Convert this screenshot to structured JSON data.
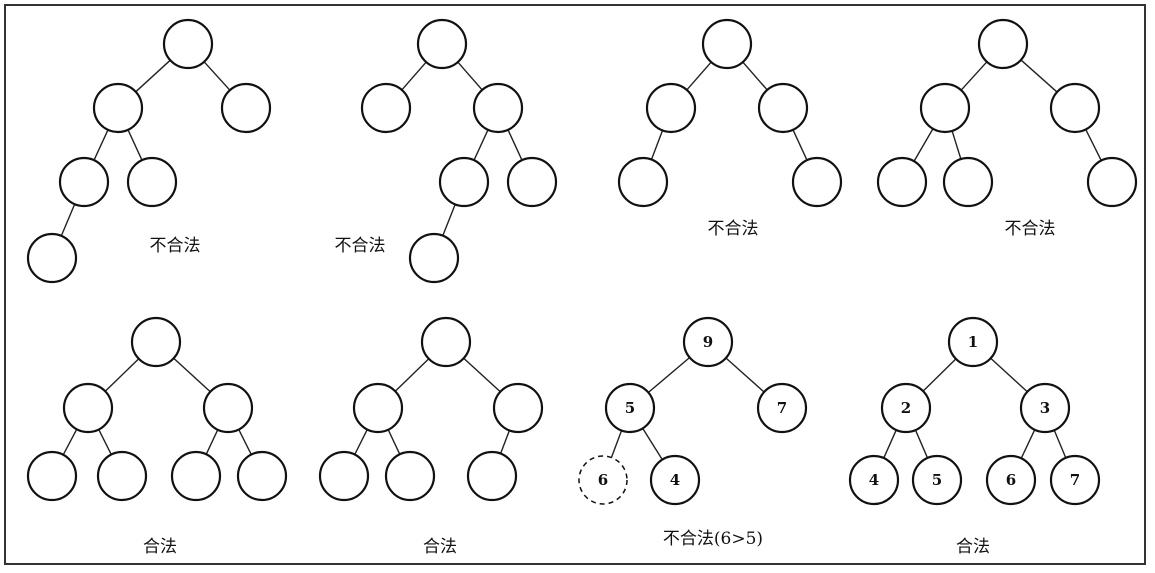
{
  "trees": [
    {
      "caption": "不合法",
      "nodes": [
        "",
        "",
        "",
        "",
        "",
        ""
      ]
    },
    {
      "caption": "不合法",
      "nodes": [
        "",
        "",
        "",
        "",
        "",
        ""
      ]
    },
    {
      "caption": "不合法",
      "nodes": [
        "",
        "",
        "",
        "",
        ""
      ]
    },
    {
      "caption": "不合法",
      "nodes": [
        "",
        "",
        "",
        "",
        "",
        ""
      ]
    },
    {
      "caption": "合法",
      "nodes": [
        "",
        "",
        "",
        "",
        "",
        "",
        ""
      ]
    },
    {
      "caption": "合法",
      "nodes": [
        "",
        "",
        "",
        "",
        "",
        ""
      ]
    },
    {
      "caption": "不合法(6>5)",
      "nodes": [
        "9",
        "5",
        "7",
        "6",
        "4"
      ]
    },
    {
      "caption": "合法",
      "nodes": [
        "1",
        "2",
        "3",
        "4",
        "5",
        "6",
        "7"
      ]
    }
  ]
}
